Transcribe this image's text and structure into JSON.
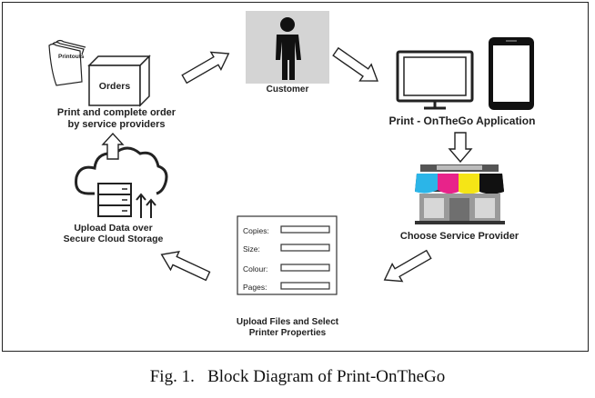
{
  "diagram": {
    "nodes": {
      "customer": {
        "label": "Customer",
        "icon": "person-icon"
      },
      "app": {
        "label": "Print - OnTheGo Application",
        "icon": "monitor-phone-icon"
      },
      "provider": {
        "label": "Choose Service Provider",
        "icon": "storefront-icon"
      },
      "upload_files": {
        "label_line1": "Upload Files and Select",
        "label_line2": "Printer Properties",
        "icon": "form-icon"
      },
      "cloud": {
        "label_line1": "Upload Data over",
        "label_line2": "Secure Cloud Storage",
        "icon": "cloud-server-icon"
      },
      "orders": {
        "label_line1": "Print and complete order",
        "label_line2": "by service providers",
        "box_label": "Orders",
        "paper_label": "Printouts",
        "icon": "orders-box-icon"
      }
    },
    "form_fields": [
      "Copies:",
      "Size:",
      "Colour:",
      "Pages:"
    ],
    "colors": {
      "stroke": "#222222",
      "customer_bg": "#d4d4d4",
      "awning_cyan": "#2bb5e8",
      "awning_magenta": "#e8238a",
      "awning_yellow": "#f5e516",
      "awning_black": "#111111"
    }
  },
  "caption": "Fig. 1.   Block Diagram of Print-OnTheGo"
}
